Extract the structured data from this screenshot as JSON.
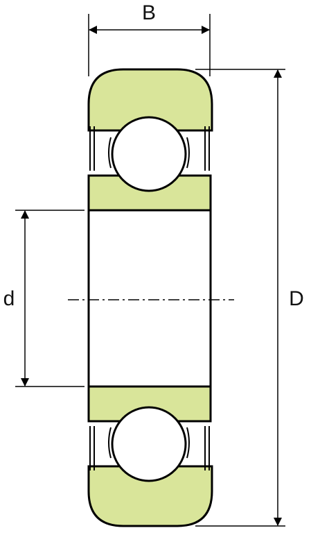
{
  "diagram": {
    "labels": {
      "width": "B",
      "bore": "d",
      "outer_diameter": "D"
    },
    "colors": {
      "ring_fill": "#d9e59a",
      "stroke": "#000000",
      "ball_fill": "#ffffff",
      "background": "#ffffff"
    }
  }
}
